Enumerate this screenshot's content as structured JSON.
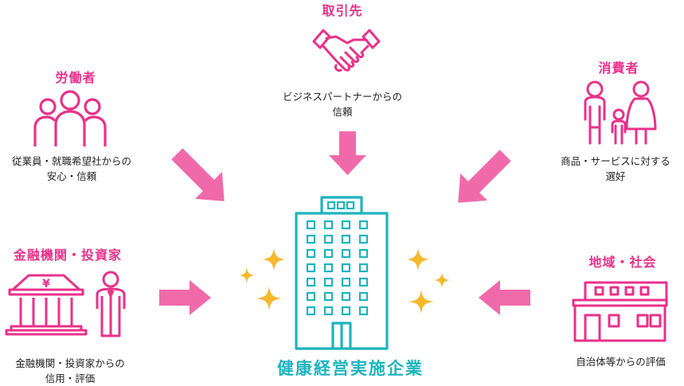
{
  "stakeholders": {
    "partners": {
      "title": "取引先",
      "line1": "ビジネスパートナーからの",
      "line2": "信頼"
    },
    "workers": {
      "title": "労働者",
      "line1": "従業員・就職希望社からの",
      "line2": "安心・信頼"
    },
    "consumers": {
      "title": "消費者",
      "line1": "商品・サービスに対する",
      "line2": "選好"
    },
    "finance": {
      "title": "金融機関・投資家",
      "line1": "金融機関・投資家からの",
      "line2": "信用・評価"
    },
    "community": {
      "title": "地域・社会",
      "line1": "自治体等からの評価",
      "line2": ""
    }
  },
  "center": {
    "label": "健康経営実施企業"
  },
  "icons": {
    "partners": "handshake-icon",
    "workers": "people-group-icon",
    "consumers": "family-icon",
    "finance": "bank-building-icon",
    "finance_extra": "businessman-icon",
    "community": "city-hall-icon",
    "center": "office-building-icon"
  },
  "colors": {
    "accent": "#e8318a",
    "arrow": "#f06aaa",
    "building": "#1eb3be",
    "sparkle": "#f5b92e"
  },
  "currency_symbol": "¥"
}
